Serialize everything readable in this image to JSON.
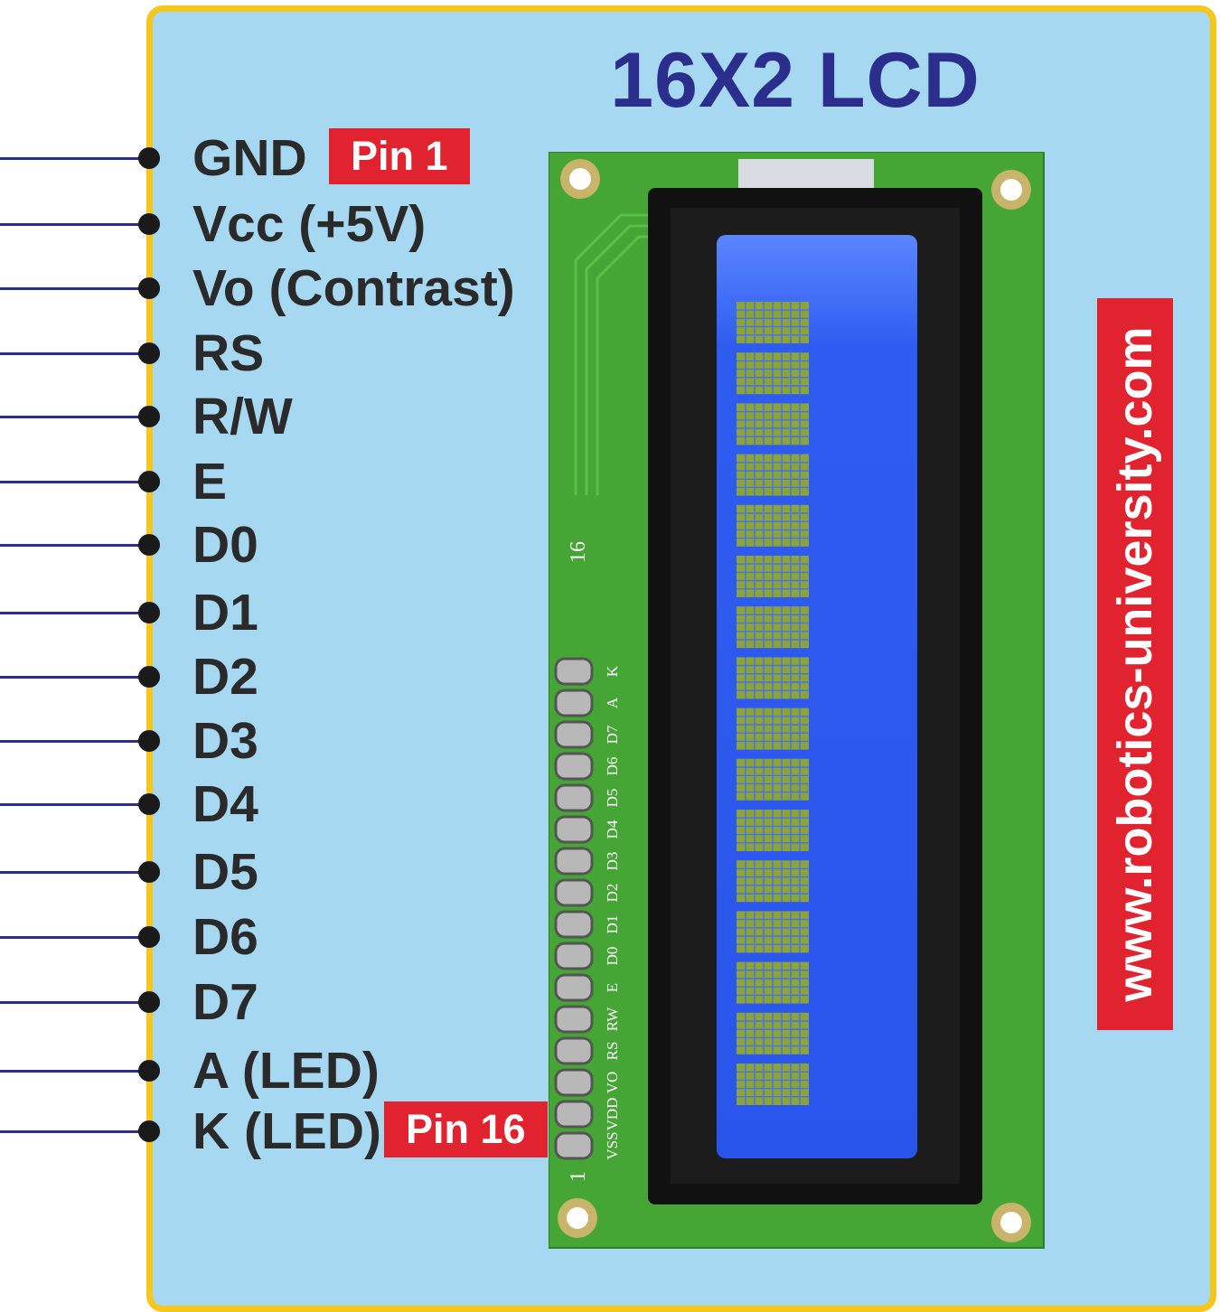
{
  "title": "16X2 LCD",
  "pins": [
    {
      "label": "GND",
      "badge": "Pin 1"
    },
    {
      "label": "Vcc (+5V)"
    },
    {
      "label": "Vo (Contrast)"
    },
    {
      "label": "RS"
    },
    {
      "label": "R/W"
    },
    {
      "label": "E"
    },
    {
      "label": "D0"
    },
    {
      "label": "D1"
    },
    {
      "label": "D2"
    },
    {
      "label": "D3"
    },
    {
      "label": "D4"
    },
    {
      "label": "D5"
    },
    {
      "label": "D6"
    },
    {
      "label": "D7"
    },
    {
      "label": "A (LED)"
    },
    {
      "label": "K (LED)",
      "badge": "Pin 16"
    }
  ],
  "module": {
    "silkscreen_pins": [
      "VSS",
      "VDD",
      "VO",
      "RS",
      "RW",
      "E",
      "D0",
      "D1",
      "D2",
      "D3",
      "D4",
      "D5",
      "D6",
      "D7",
      "A",
      "K"
    ],
    "pin_number_first": "1",
    "pin_number_last": "16",
    "character_cells": 16
  },
  "watermark": "www.robotics-university.com",
  "colors": {
    "background": "#a6d8f2",
    "border": "#f7c61a",
    "title": "#2b2e8c",
    "wire": "#2b2e8c",
    "badge": "#e0232f",
    "pcb": "#45a535",
    "screen": "#2f5cf0",
    "pixel": "#8aa43a"
  }
}
